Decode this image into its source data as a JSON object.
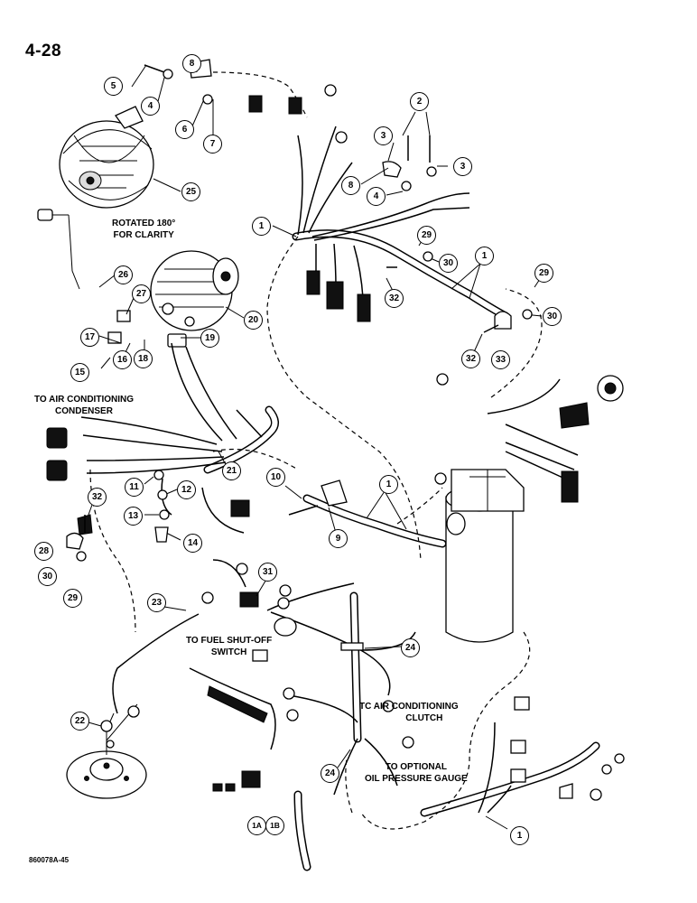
{
  "page_number": "4-28",
  "figure_code": "860078A-45",
  "notes": {
    "rotated": [
      "ROTATED 180°",
      "FOR CLARITY"
    ],
    "air_conditioning_condenser": [
      "TO AIR CONDITIONING",
      "CONDENSER"
    ],
    "fuel_shutoff": [
      "TO FUEL SHUT-OFF",
      "SWITCH"
    ],
    "ac_clutch": [
      "TC AIR CONDITIONING",
      "CLUTCH"
    ],
    "oil_pressure": [
      "TO OPTIONAL",
      "OIL PRESSURE GAUGE"
    ]
  },
  "callouts": [
    "5",
    "4",
    "8",
    "6",
    "7",
    "2",
    "3",
    "3",
    "8",
    "4",
    "25",
    "1",
    "29",
    "30",
    "1",
    "32",
    "29",
    "30",
    "26",
    "27",
    "20",
    "17",
    "19",
    "18",
    "16",
    "15",
    "32",
    "33",
    "21",
    "11",
    "12",
    "13",
    "14",
    "10",
    "1",
    "9",
    "32",
    "28",
    "30",
    "29",
    "31",
    "23",
    "24",
    "22",
    "24",
    "1A",
    "1B",
    "1"
  ]
}
